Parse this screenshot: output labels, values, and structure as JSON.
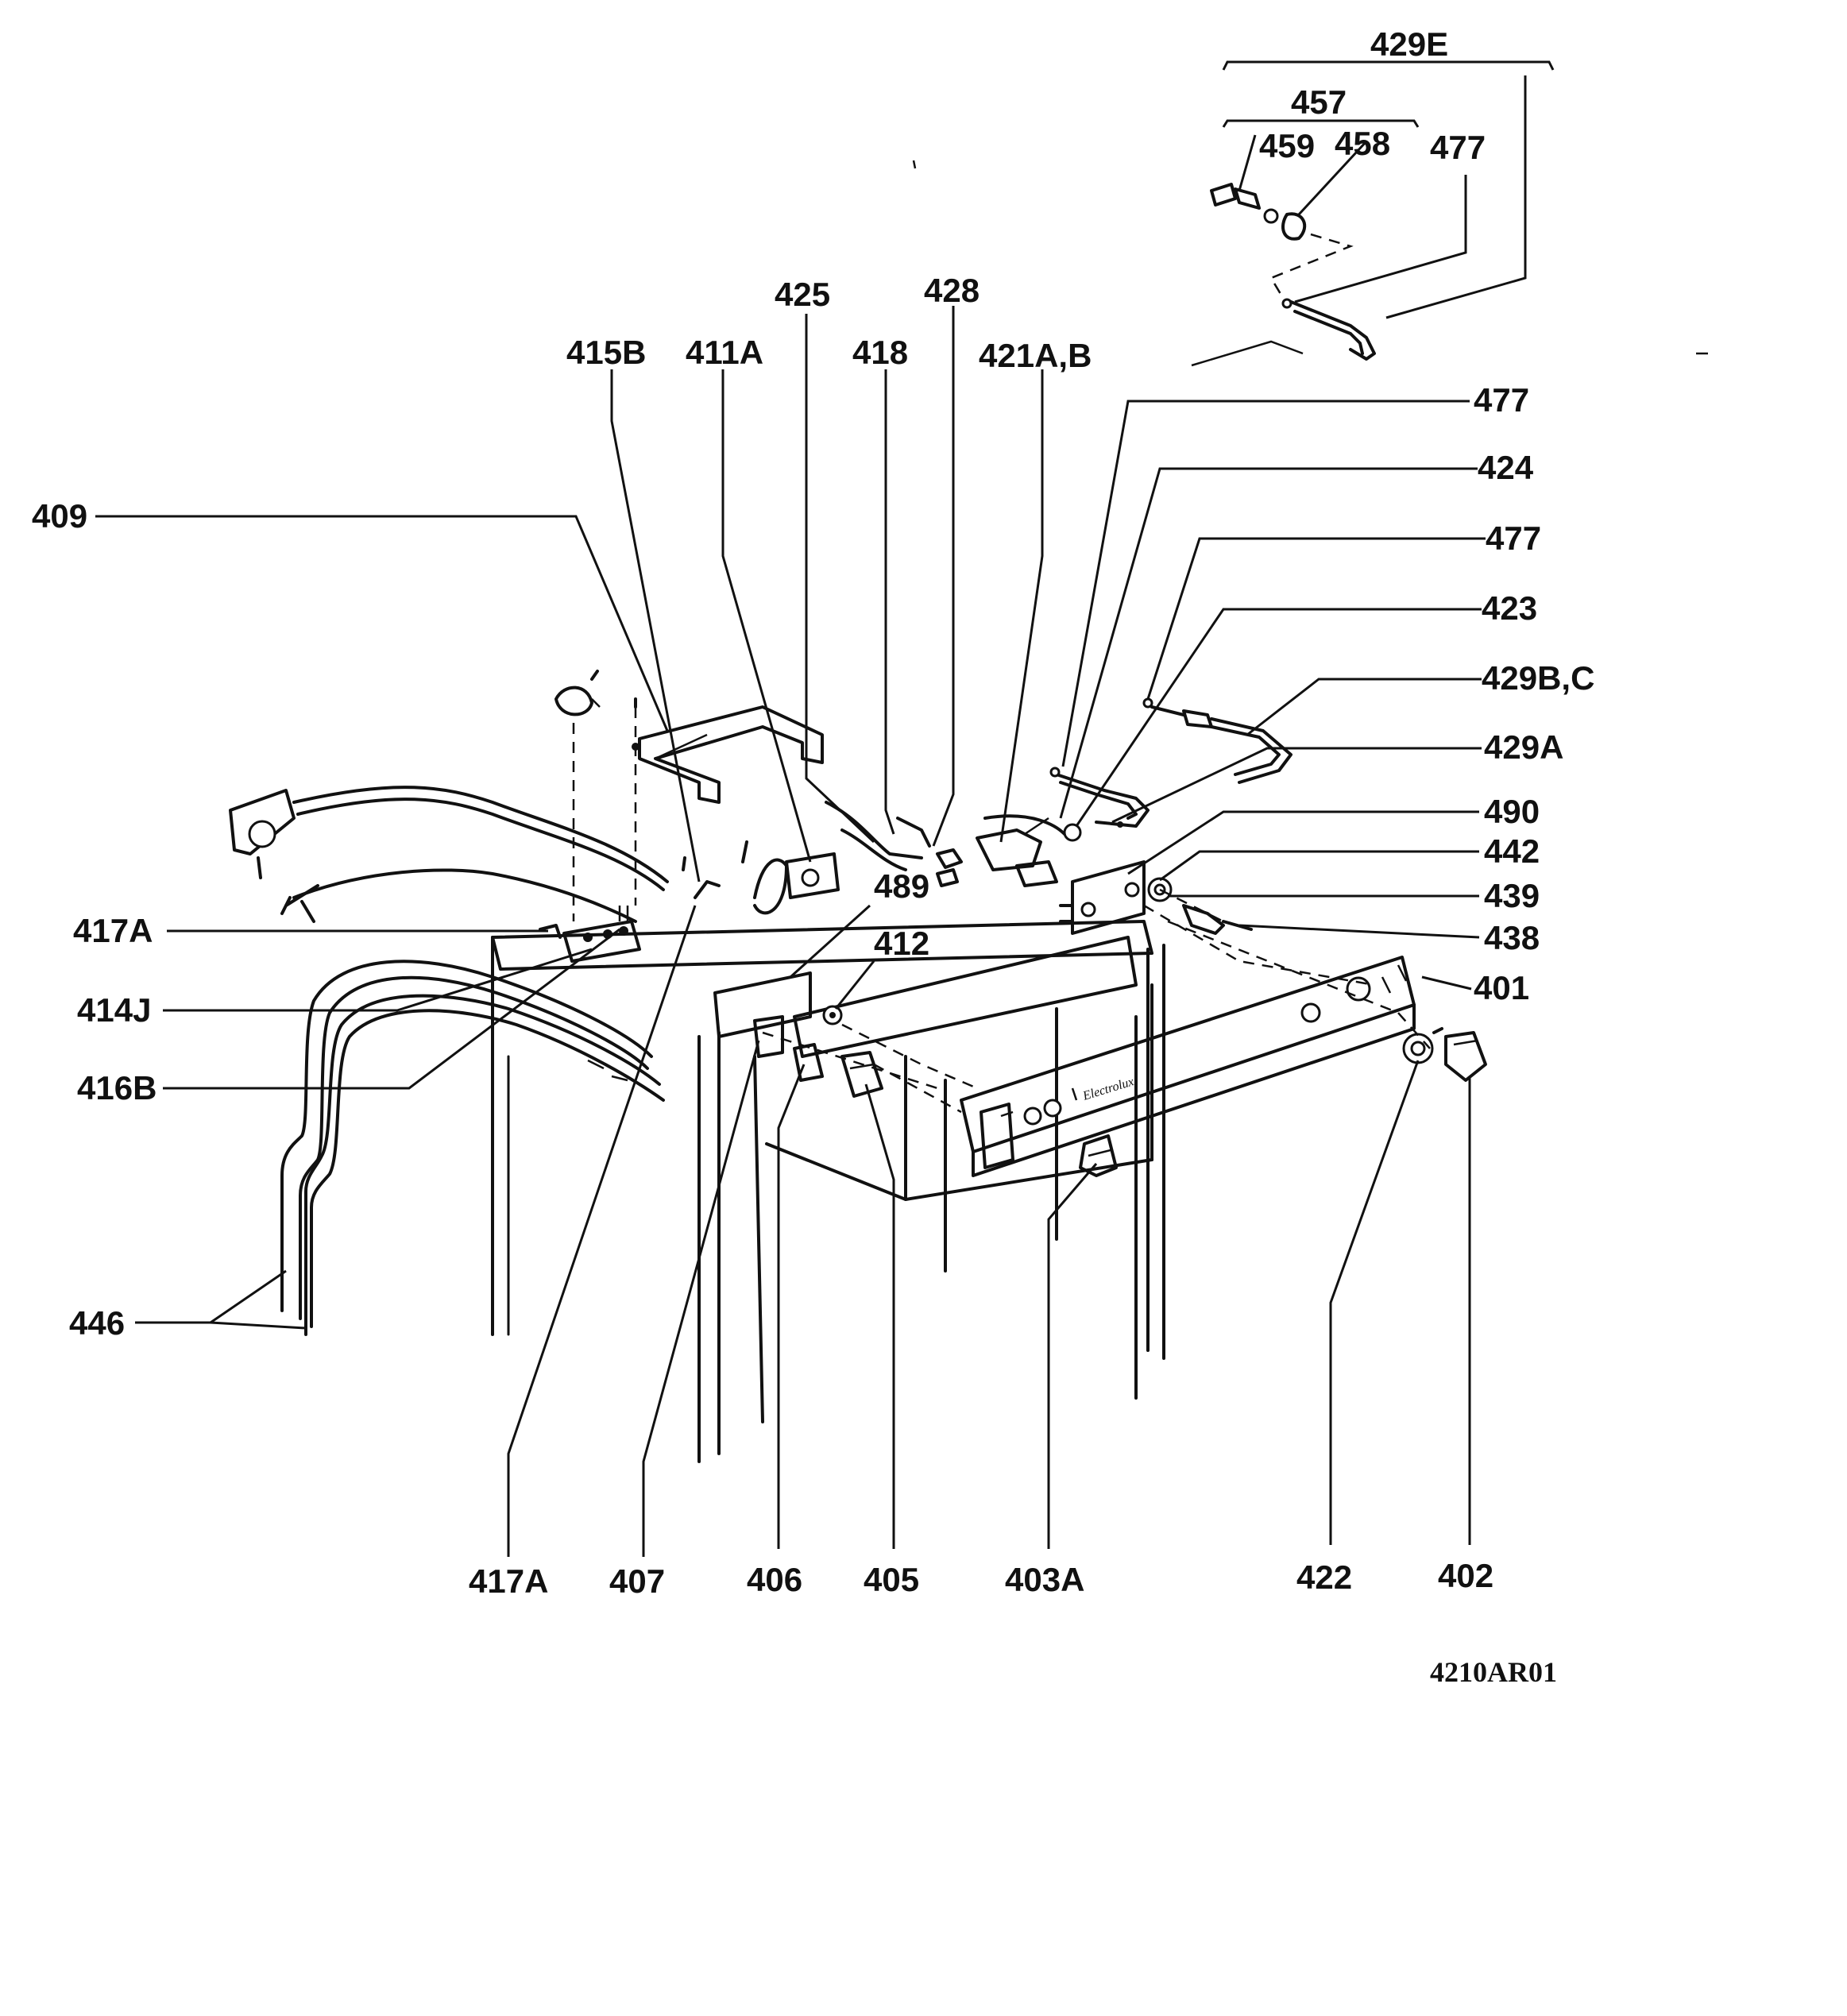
{
  "labels": {
    "l429E": "429E",
    "l457": "457",
    "l459": "459",
    "l458": "458",
    "l477_top": "477",
    "l425": "425",
    "l428": "428",
    "l415B": "415B",
    "l411A_top": "411A",
    "l418": "418",
    "l421AB": "421A,B",
    "l477_a": "477",
    "l424": "424",
    "l409": "409",
    "l477_b": "477",
    "l423": "423",
    "l429BC": "429B,C",
    "l429A": "429A",
    "l490": "490",
    "l442": "442",
    "l489": "489",
    "l439": "439",
    "l417A_left": "417A",
    "l412": "412",
    "l438": "438",
    "l401": "401",
    "l414J": "414J",
    "l416B": "416B",
    "l446": "446",
    "l417A_bottom": "417A",
    "l407": "407",
    "l406": "406",
    "l405": "405",
    "l403A": "403A",
    "l422": "422",
    "l402": "402"
  },
  "drawing_code": "4210AR01",
  "panel_brand": "Electrolux"
}
